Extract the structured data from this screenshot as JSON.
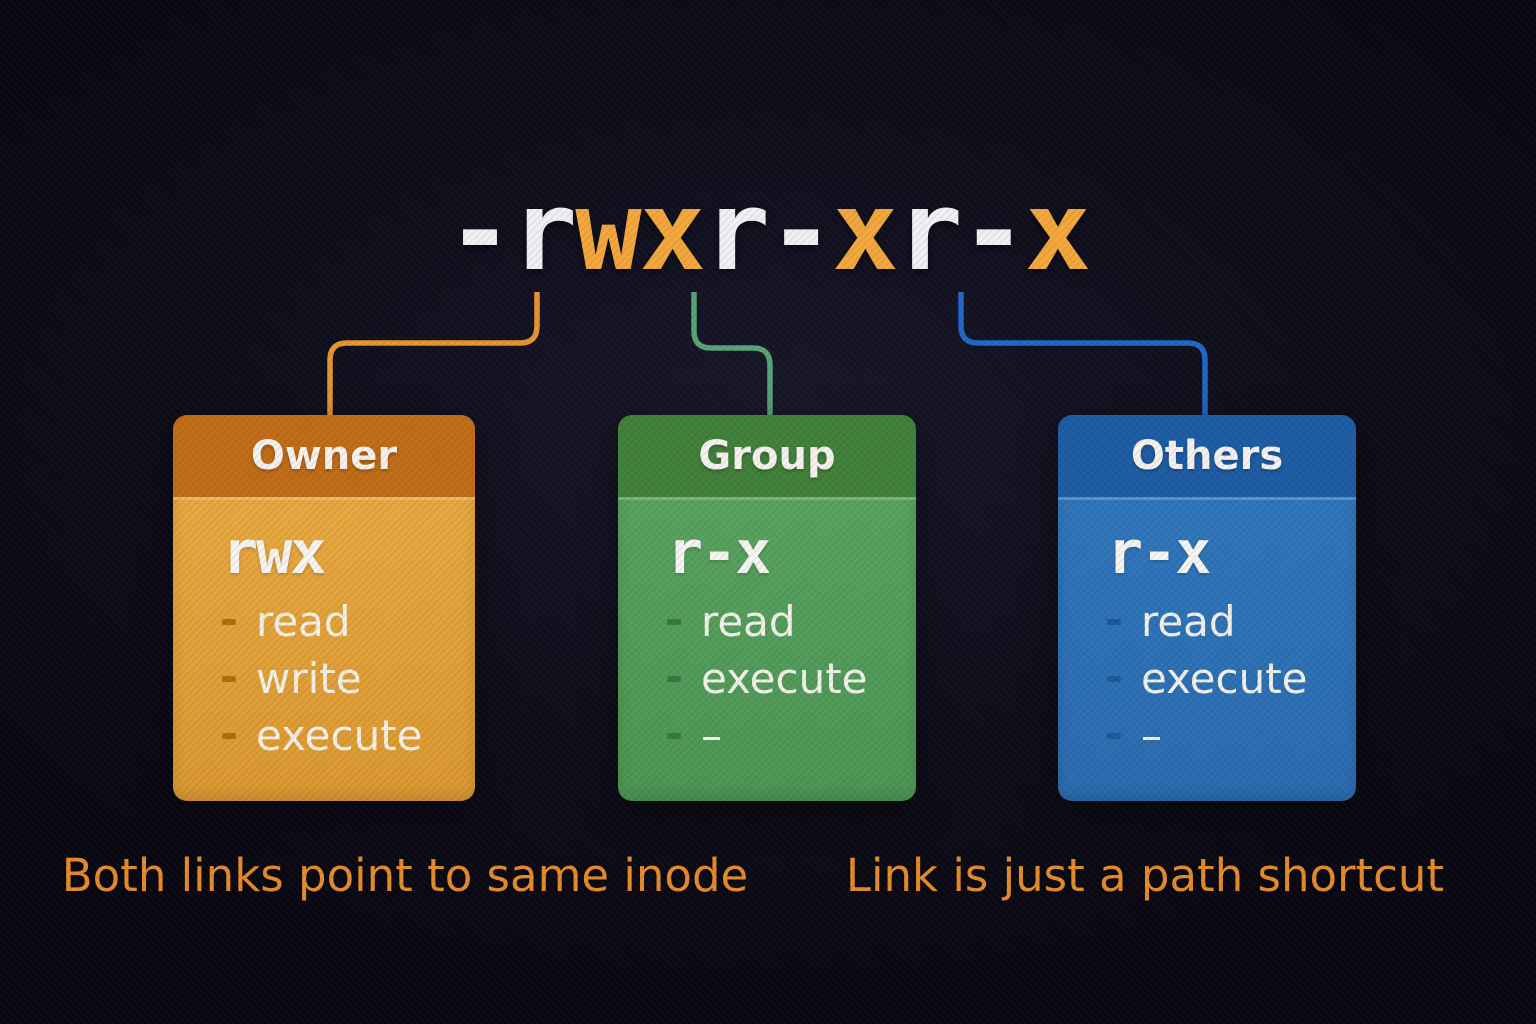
{
  "title": {
    "text": "-rwxr-xr-x",
    "segments": [
      {
        "text": "-r",
        "color": "#f2f0f4"
      },
      {
        "text": "wx",
        "color": "#f3a73c"
      },
      {
        "text": "r-",
        "color": "#f2f0f4"
      },
      {
        "text": "x",
        "color": "#f3a73c"
      },
      {
        "text": "r-",
        "color": "#f2f0f4"
      },
      {
        "text": "x",
        "color": "#f3a73c"
      }
    ]
  },
  "cards": [
    {
      "id": "owner",
      "title": "Owner",
      "permissions": "rwx",
      "items": [
        "read",
        "write",
        "execute"
      ],
      "colors": {
        "header": "#c16c16",
        "body_top": "#e8a93f",
        "body_bottom": "#dc9830",
        "bullet": "#a9700f",
        "connector": "#e9952f"
      }
    },
    {
      "id": "group",
      "title": "Group",
      "permissions": "r-x",
      "items": [
        "read",
        "execute",
        "–"
      ],
      "colors": {
        "header": "#41803a",
        "body_top": "#58a25f",
        "body_bottom": "#4c9654",
        "bullet": "#38793e",
        "connector": "#58a377"
      }
    },
    {
      "id": "others",
      "title": "Others",
      "permissions": "r-x",
      "items": [
        "read",
        "execute",
        "–"
      ],
      "colors": {
        "header": "#1d5ca4",
        "body_top": "#2f76bb",
        "body_bottom": "#2a6cb0",
        "bullet": "#1d5999",
        "connector": "#2166c9"
      }
    }
  ],
  "captions": [
    {
      "text": "Both links point to same inode"
    },
    {
      "text": "Link is just a path shortcut"
    }
  ],
  "palette": {
    "background": "#0e0d1a",
    "title_white": "#f2f0f4",
    "title_orange": "#f3a73c",
    "caption_orange": "#e58a2b",
    "card_text": "#f4f1ea"
  }
}
